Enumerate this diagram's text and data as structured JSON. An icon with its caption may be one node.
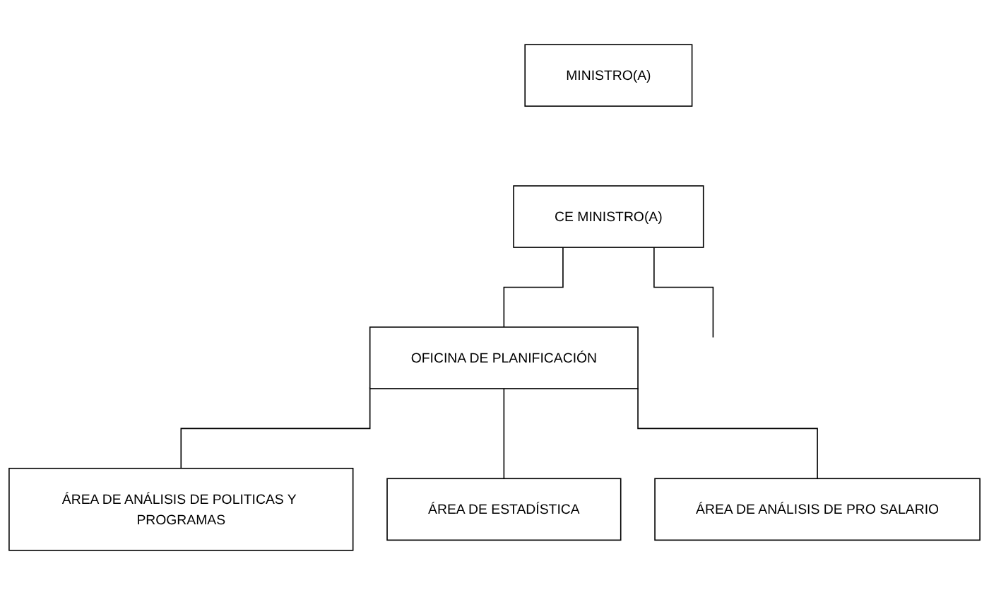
{
  "diagram": {
    "nodes": [
      {
        "text": [
          "MINISTRO(A)"
        ]
      },
      {
        "text": [
          "CE MINISTRO(A)"
        ]
      },
      {
        "text": [
          "OFICINA DE PLANIFICACIÓN"
        ]
      },
      {
        "text": [
          "ÁREA DE ANÁLISIS DE POLITICAS Y PROGRAMAS"
        ]
      },
      {
        "text": [
          "ÁREA DE ESTADÍSTICA"
        ]
      },
      {
        "text": [
          "ÁREA DE ANÁLISIS DE PRO SALARIO"
        ]
      }
    ],
    "edges": [
      {
        "from": 1,
        "to": 2,
        "arrow": "none"
      },
      {
        "from": 1,
        "to": null,
        "arrow": "none"
      },
      {
        "from": 2,
        "to": 3,
        "arrow": "none"
      },
      {
        "from": 2,
        "to": 4,
        "arrow": "none"
      },
      {
        "from": 2,
        "to": 5,
        "arrow": "none"
      }
    ]
  }
}
